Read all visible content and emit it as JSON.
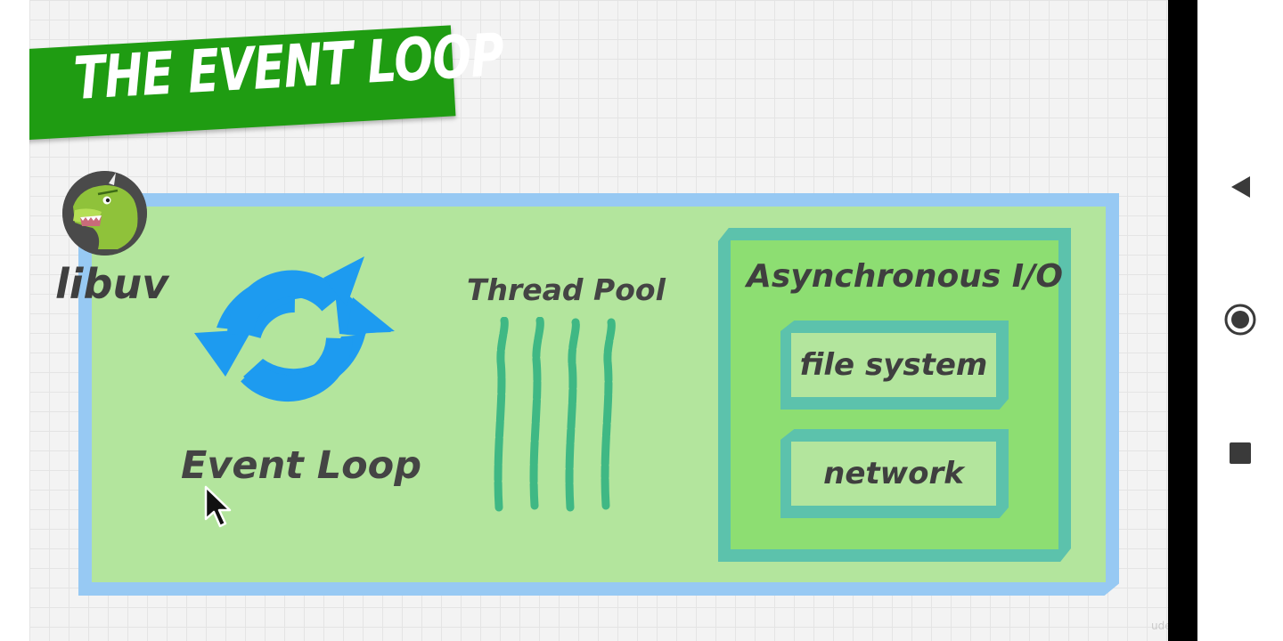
{
  "slide": {
    "banner_title": "THE EVENT LOOP",
    "libuv_label": "libuv",
    "event_loop_label": "Event Loop",
    "thread_pool_label": "Thread Pool",
    "async_io_label": "Asynchronous I/O",
    "io_items": [
      "file system",
      "network"
    ],
    "watermark": "udemy"
  },
  "colors": {
    "banner": "#1f9c12",
    "outer_border": "#97c9f3",
    "outer_fill": "#b3e59d",
    "loop_icon": "#1d9bf0",
    "threads": "#3fb884",
    "async_border": "#5cc2ac",
    "async_fill": "#8dde72"
  },
  "navigation": {
    "icons": [
      "back-triangle-icon",
      "home-circle-icon",
      "recents-square-icon"
    ]
  }
}
